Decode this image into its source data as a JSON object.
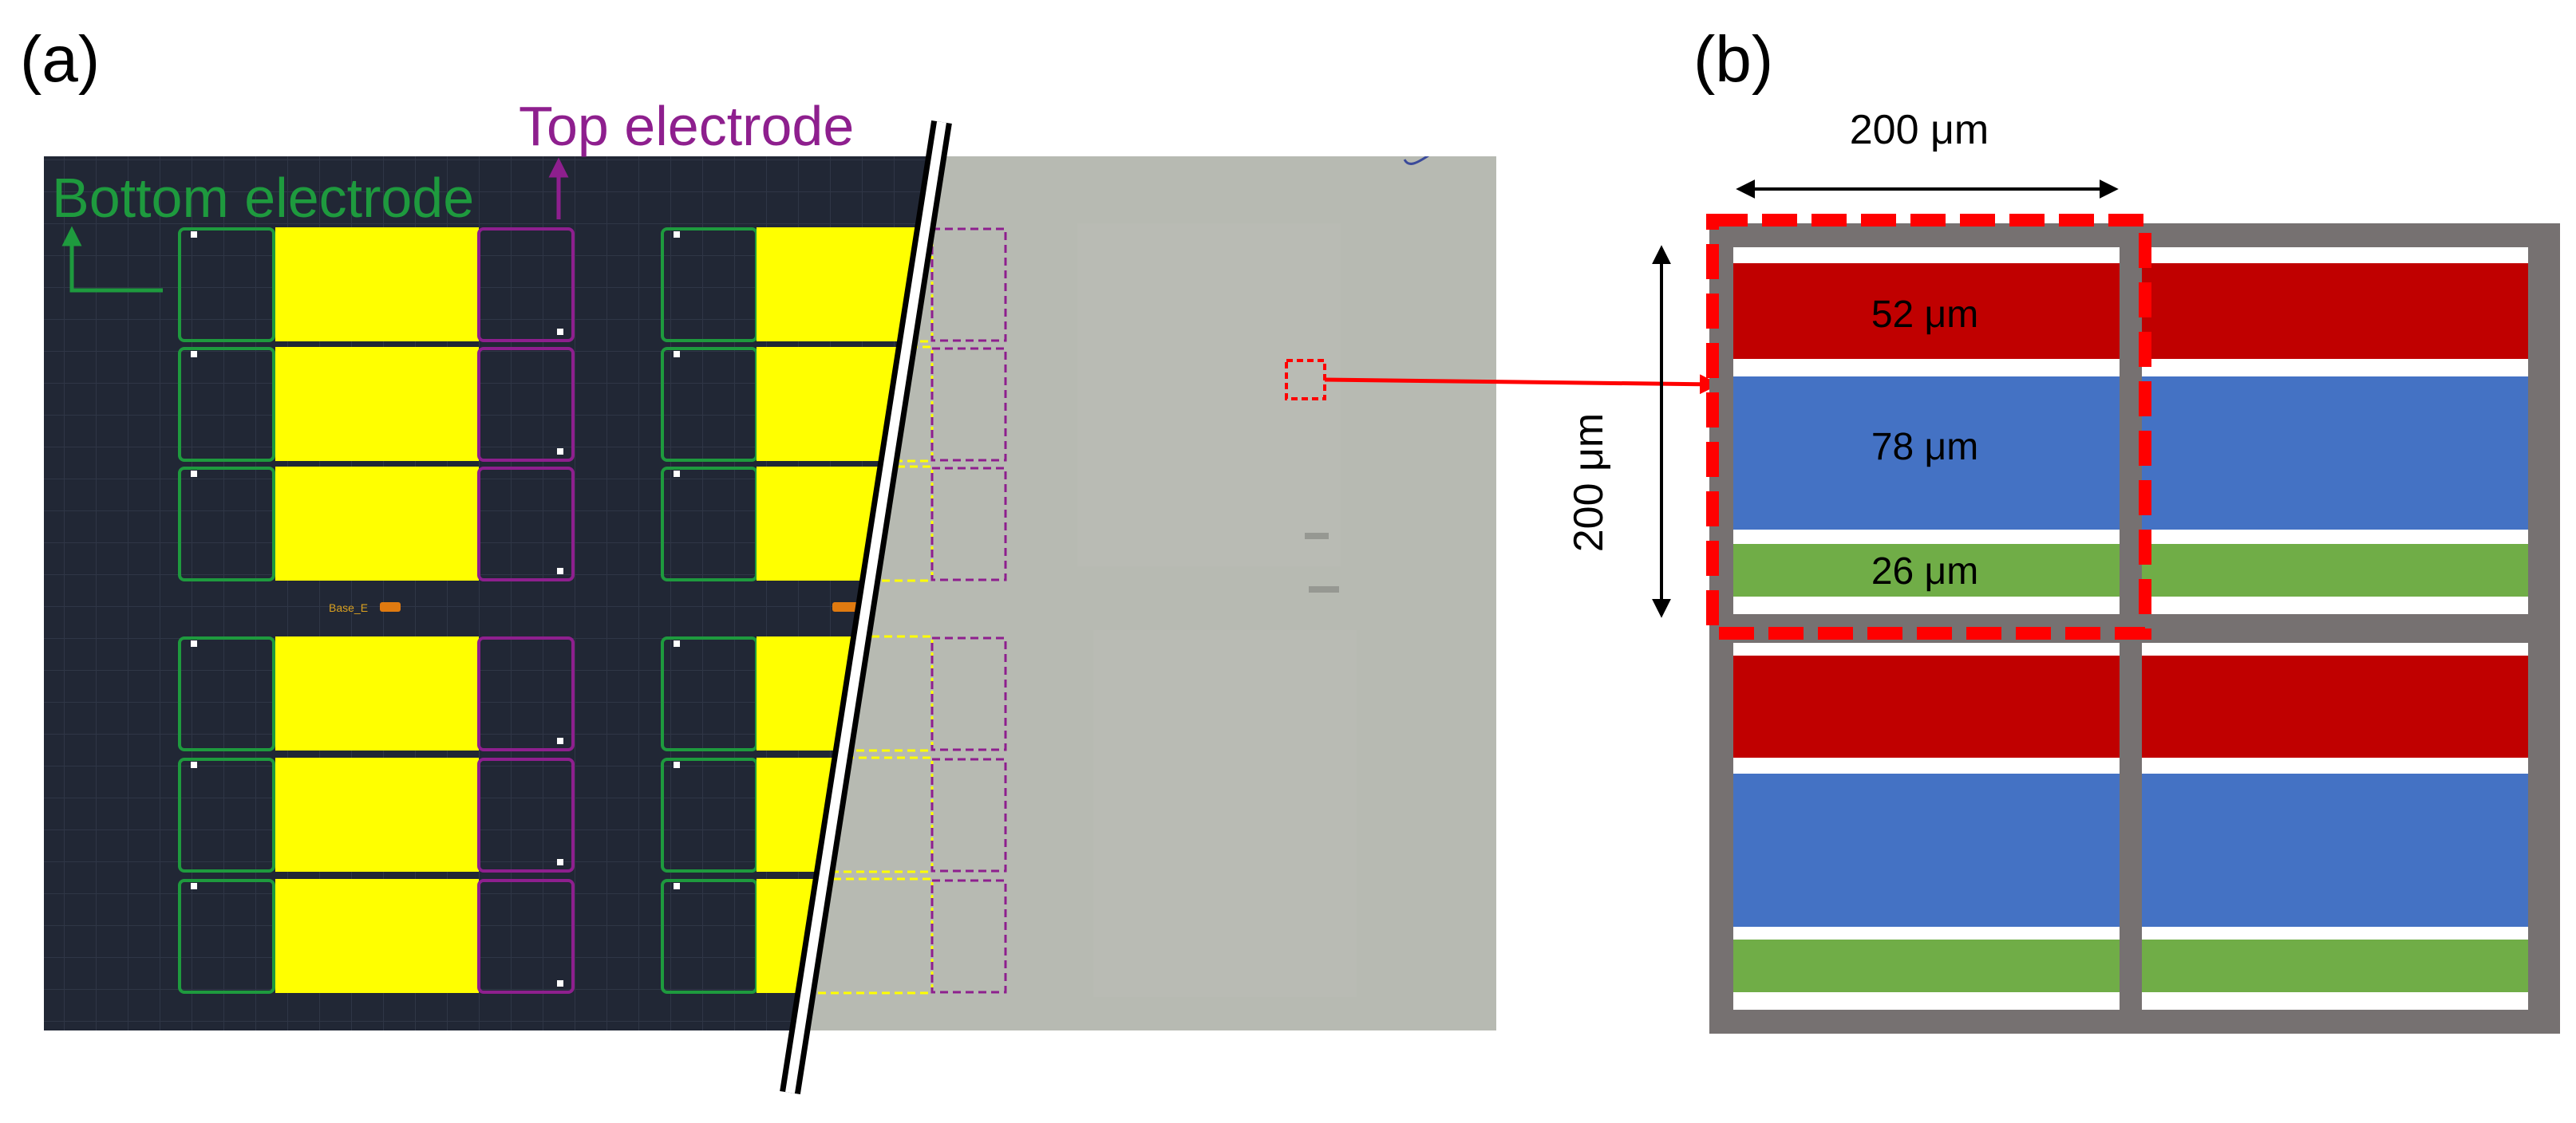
{
  "panels": {
    "a": {
      "label": "(a)",
      "bottom_electrode_label": "Bottom electrode",
      "top_electrode_label": "Top electrode",
      "chip_labels": [
        "Base_E"
      ]
    },
    "b": {
      "label": "(b)",
      "width_dimension": "200 μm",
      "height_dimension": "200 μm",
      "stripes": [
        {
          "label": "52 μm",
          "color": "#c00000"
        },
        {
          "label": "78 μm",
          "color": "#4472c4"
        },
        {
          "label": "26 μm",
          "color": "#70ad47"
        }
      ]
    }
  },
  "colors": {
    "layout_background": "#212735",
    "photo_background": "#b3b6ae",
    "bottom_electrode": "#1e9a3e",
    "top_electrode": "#8e1f8e",
    "pad_fill": "#ffff00",
    "highlight": "#ff0000",
    "grid_frame": "#767171"
  }
}
